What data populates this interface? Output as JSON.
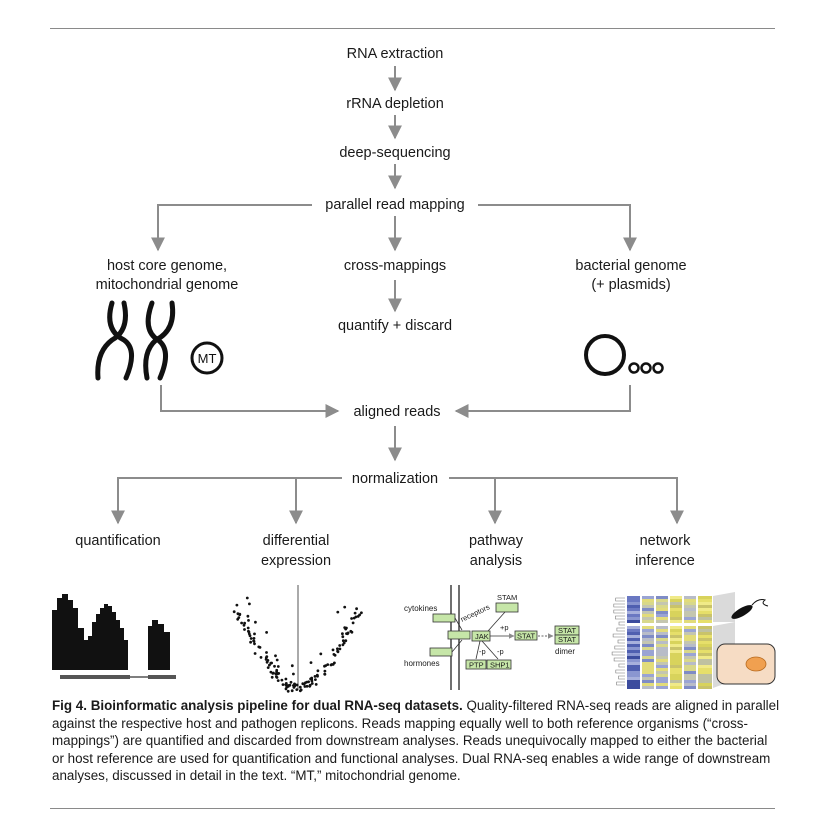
{
  "nodes": {
    "rna_extraction": "RNA extraction",
    "rrna_depletion": "rRNA depletion",
    "deep_sequencing": "deep-sequencing",
    "parallel_mapping": "parallel read mapping",
    "host_genome_line1": "host core genome,",
    "host_genome_line2": "mitochondrial genome",
    "cross_mappings": "cross-mappings",
    "quantify_discard": "quantify + discard",
    "bacterial_genome_line1": "bacterial genome",
    "bacterial_genome_line2": "(+ plasmids)",
    "mt_label": "MT",
    "aligned_reads": "aligned reads",
    "normalization": "normalization",
    "quantification": "quantification",
    "differential_line1": "differential",
    "differential_line2": "expression",
    "pathway_line1": "pathway",
    "pathway_line2": "analysis",
    "network_line1": "network",
    "network_line2": "inference"
  },
  "pathway_labels": {
    "cytokines": "cytokines",
    "hormones": "hormones",
    "receptors": "receptors",
    "jak": "JAK",
    "stam": "STAM",
    "stat": "STAT",
    "stat_top": "STAT",
    "stat_bottom": "STAT",
    "dimer": "dimer",
    "ptp": "PTP",
    "shp1": "SHP1",
    "plus_p": "+p",
    "minus_p1": "-p",
    "minus_p2": "-p"
  },
  "caption": {
    "title": "Fig 4. Bioinformatic analysis pipeline for dual RNA-seq datasets.",
    "body": " Quality-filtered RNA-seq reads are aligned in parallel against the respective host and pathogen replicons. Reads mapping equally well to both reference organisms (“cross-mappings”) are quantified and discarded from downstream analyses. Reads unequivocally mapped to either the bacterial or host reference are used for quantification and functional analyses. Dual RNA-seq enables a wide range of downstream analyses, discussed in detail in the text. “MT,” mitochondrial genome."
  },
  "colors": {
    "arrow": "#8c8c8c",
    "pathway_box": "#c6e6a8",
    "heatmap_blue": "#5a68b8",
    "heatmap_yellow": "#e8e070",
    "cell": "#f6dcc4",
    "nucleus": "#f0a050"
  }
}
